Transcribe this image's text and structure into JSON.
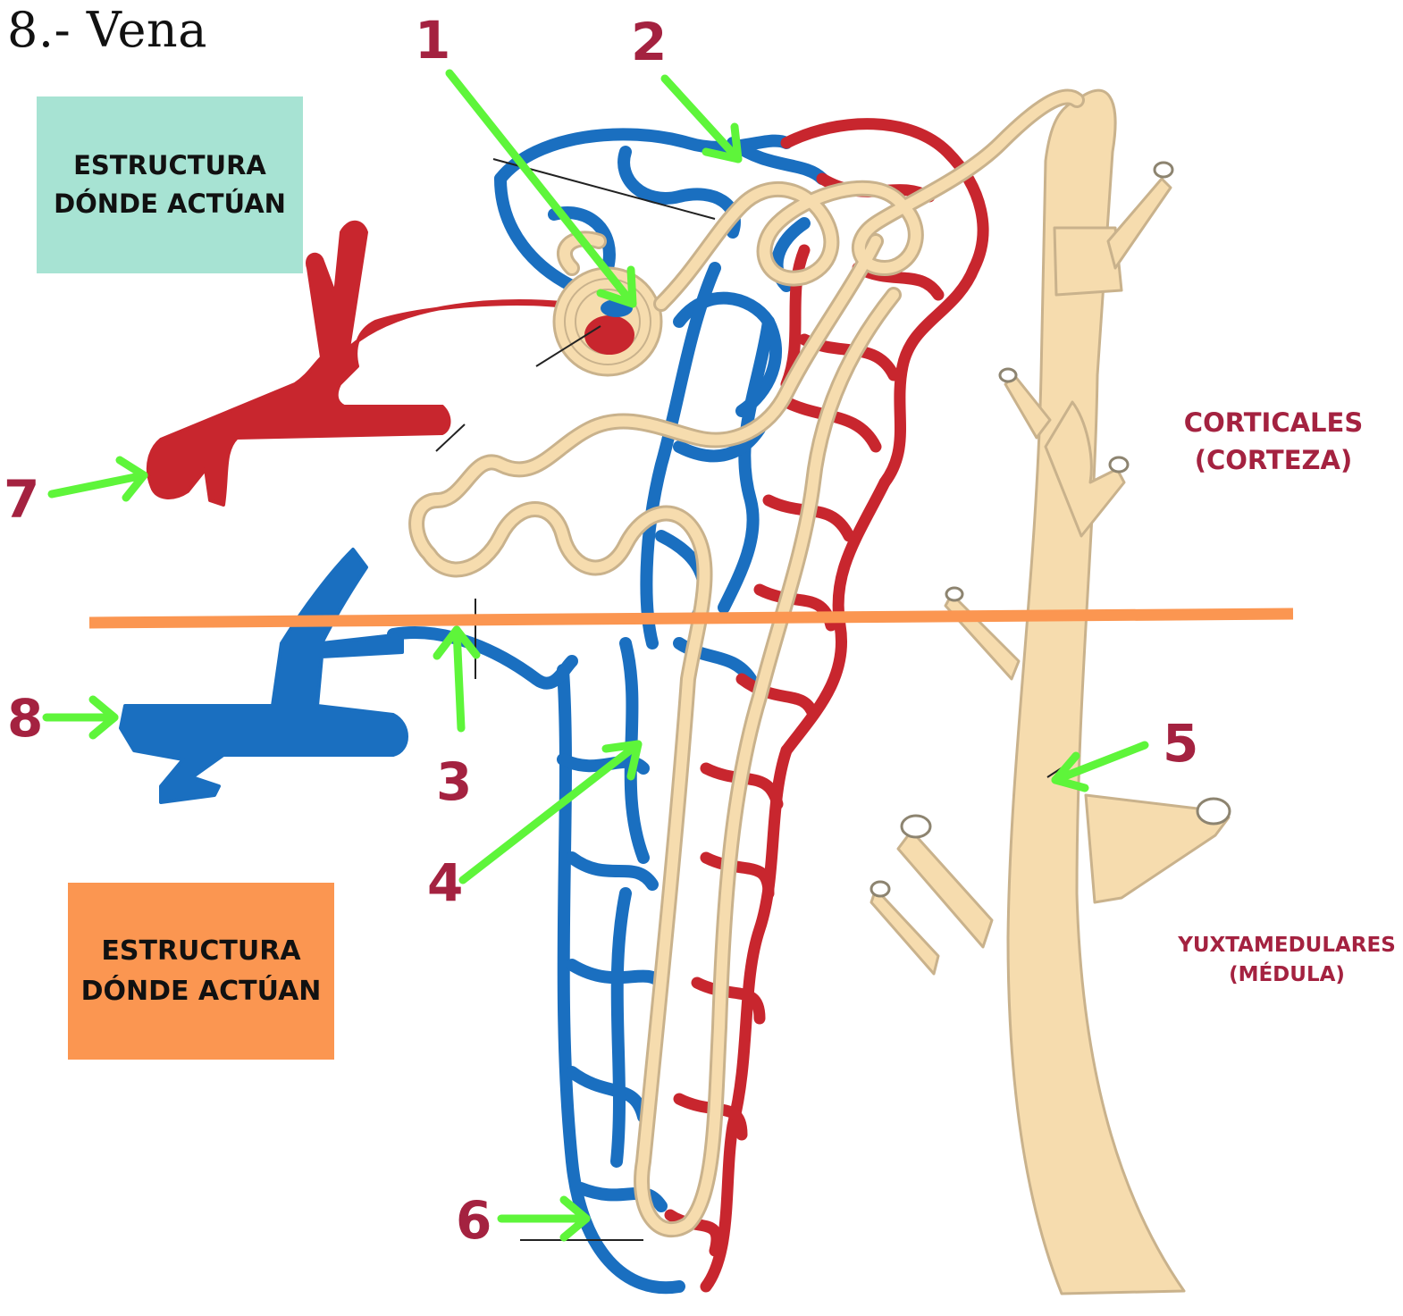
{
  "title": "8.- Vena",
  "boxes": {
    "top": {
      "line1": "ESTRUCTURA",
      "line2": "DÓNDE ACTÚAN",
      "color": "#a7e3d3"
    },
    "bottom": {
      "line1": "ESTRUCTURA",
      "line2": "DÓNDE ACTÚAN",
      "color": "#fb9651"
    }
  },
  "regions": {
    "cortical": {
      "line1": "CORTICALES",
      "line2": "(CORTEZA)"
    },
    "juxtamedullary": {
      "line1": "YUXTAMEDULARES",
      "line2": "(MÉDULA)"
    }
  },
  "markers": [
    "1",
    "2",
    "3",
    "4",
    "5",
    "6",
    "7",
    "8"
  ],
  "colors": {
    "label": "#a42240",
    "arrow": "#5ef53a",
    "divider": "#fb9651",
    "artery": "#c8262e",
    "vein": "#1a6fc0",
    "tubule": "#f6dcae",
    "tubule_outline": "#c9b28c"
  }
}
